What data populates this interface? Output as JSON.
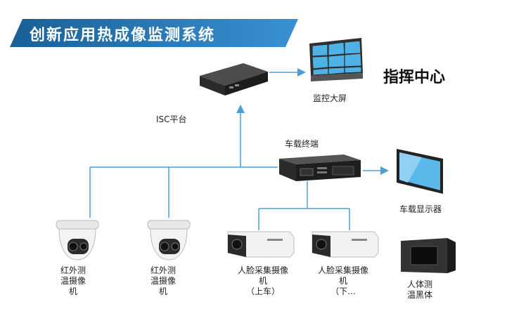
{
  "title": "创新应用热成像监测系统",
  "colors": {
    "banner_dark": "#1a5f96",
    "banner_light": "#3a91d2",
    "line": "#4a9fd8"
  },
  "center": {
    "label": "指挥中心"
  },
  "nodes": {
    "video_wall": "监控大屏",
    "isc": "ISC平台",
    "terminal": "车载终端",
    "vehicle_display": "车载显示器"
  },
  "cameras": [
    {
      "line1": "红外测",
      "line2": "温摄像",
      "line3": "机"
    },
    {
      "line1": "红外测",
      "line2": "温摄像",
      "line3": "机"
    },
    {
      "line1": "人脸采集摄像",
      "line2": "机",
      "line3": "（上车）"
    },
    {
      "line1": "人脸采集摄像",
      "line2": "机",
      "line3": "（下..."
    },
    {
      "line1": "人体测",
      "line2": "温黑体"
    }
  ]
}
